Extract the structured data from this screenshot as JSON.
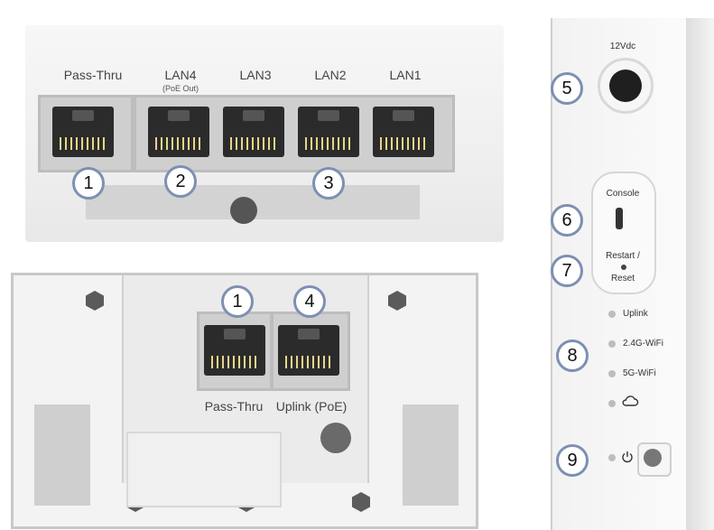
{
  "top_view": {
    "ports": [
      {
        "label": "Pass-Thru",
        "sub": ""
      },
      {
        "label": "LAN4",
        "sub": "(PoE Out)"
      },
      {
        "label": "LAN3",
        "sub": ""
      },
      {
        "label": "LAN2",
        "sub": ""
      },
      {
        "label": "LAN1",
        "sub": ""
      }
    ],
    "badges": [
      "1",
      "2",
      "3"
    ]
  },
  "bottom_view": {
    "ports": [
      {
        "label": "Pass-Thru"
      },
      {
        "label": "Uplink (PoE)"
      }
    ],
    "badges": [
      "1",
      "4"
    ]
  },
  "side_view": {
    "power_label": "12Vdc",
    "console_label": "Console",
    "restart_label_1": "Restart /",
    "restart_label_2": "Reset",
    "leds": [
      "Uplink",
      "2.4G-WiFi",
      "5G-WiFi"
    ],
    "badges": [
      "5",
      "6",
      "7",
      "8",
      "9"
    ]
  }
}
